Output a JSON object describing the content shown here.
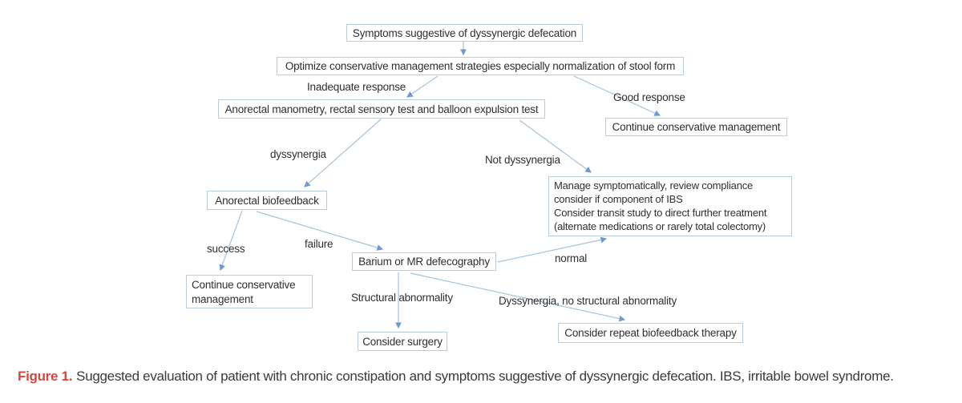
{
  "figure": {
    "caption_label": "Figure 1.",
    "caption_text": "Suggested evaluation of patient with chronic constipation and symptoms suggestive of dyssynergic defecation. IBS, irritable bowel syndrome."
  },
  "flowchart": {
    "nodes": {
      "symptoms": {
        "text": "Symptoms suggestive of dyssynergic defecation"
      },
      "optimize": {
        "text": "Optimize conservative management strategies especially normalization of stool form"
      },
      "testing": {
        "text": "Anorectal manometry, rectal sensory test and balloon expulsion test"
      },
      "continue_right": {
        "text": "Continue conservative management"
      },
      "biofeedback": {
        "text": "Anorectal biofeedback"
      },
      "manage": {
        "text": "Manage symptomatically, review compliance\nconsider if component of IBS\nConsider transit study to direct further treatment\n(alternate medications or rarely total colectomy)"
      },
      "defecography": {
        "text": "Barium or MR defecography"
      },
      "continue_left": {
        "text": "Continue conservative\nmanagement"
      },
      "surgery": {
        "text": "Consider surgery"
      },
      "repeat_biofeedback": {
        "text": "Consider repeat biofeedback therapy"
      }
    },
    "edge_labels": {
      "inadequate_response": "Inadequate response",
      "good_response": "Good response",
      "dyssynergia": "dyssynergia",
      "not_dyssynergia": "Not dyssynergia",
      "success": "success",
      "failure": "failure",
      "normal": "normal",
      "structural_abnormality": "Structural abnormality",
      "dyssynergia_no_structural": "Dyssynergia, no structural abnormality"
    }
  },
  "colors": {
    "box_border": "#b6cde4",
    "arrow_line": "#a5c2de",
    "arrow_head": "#6d9bd1",
    "text": "#2f2f2f",
    "caption_label": "#d9453c",
    "caption_text": "#3a3a3a"
  }
}
